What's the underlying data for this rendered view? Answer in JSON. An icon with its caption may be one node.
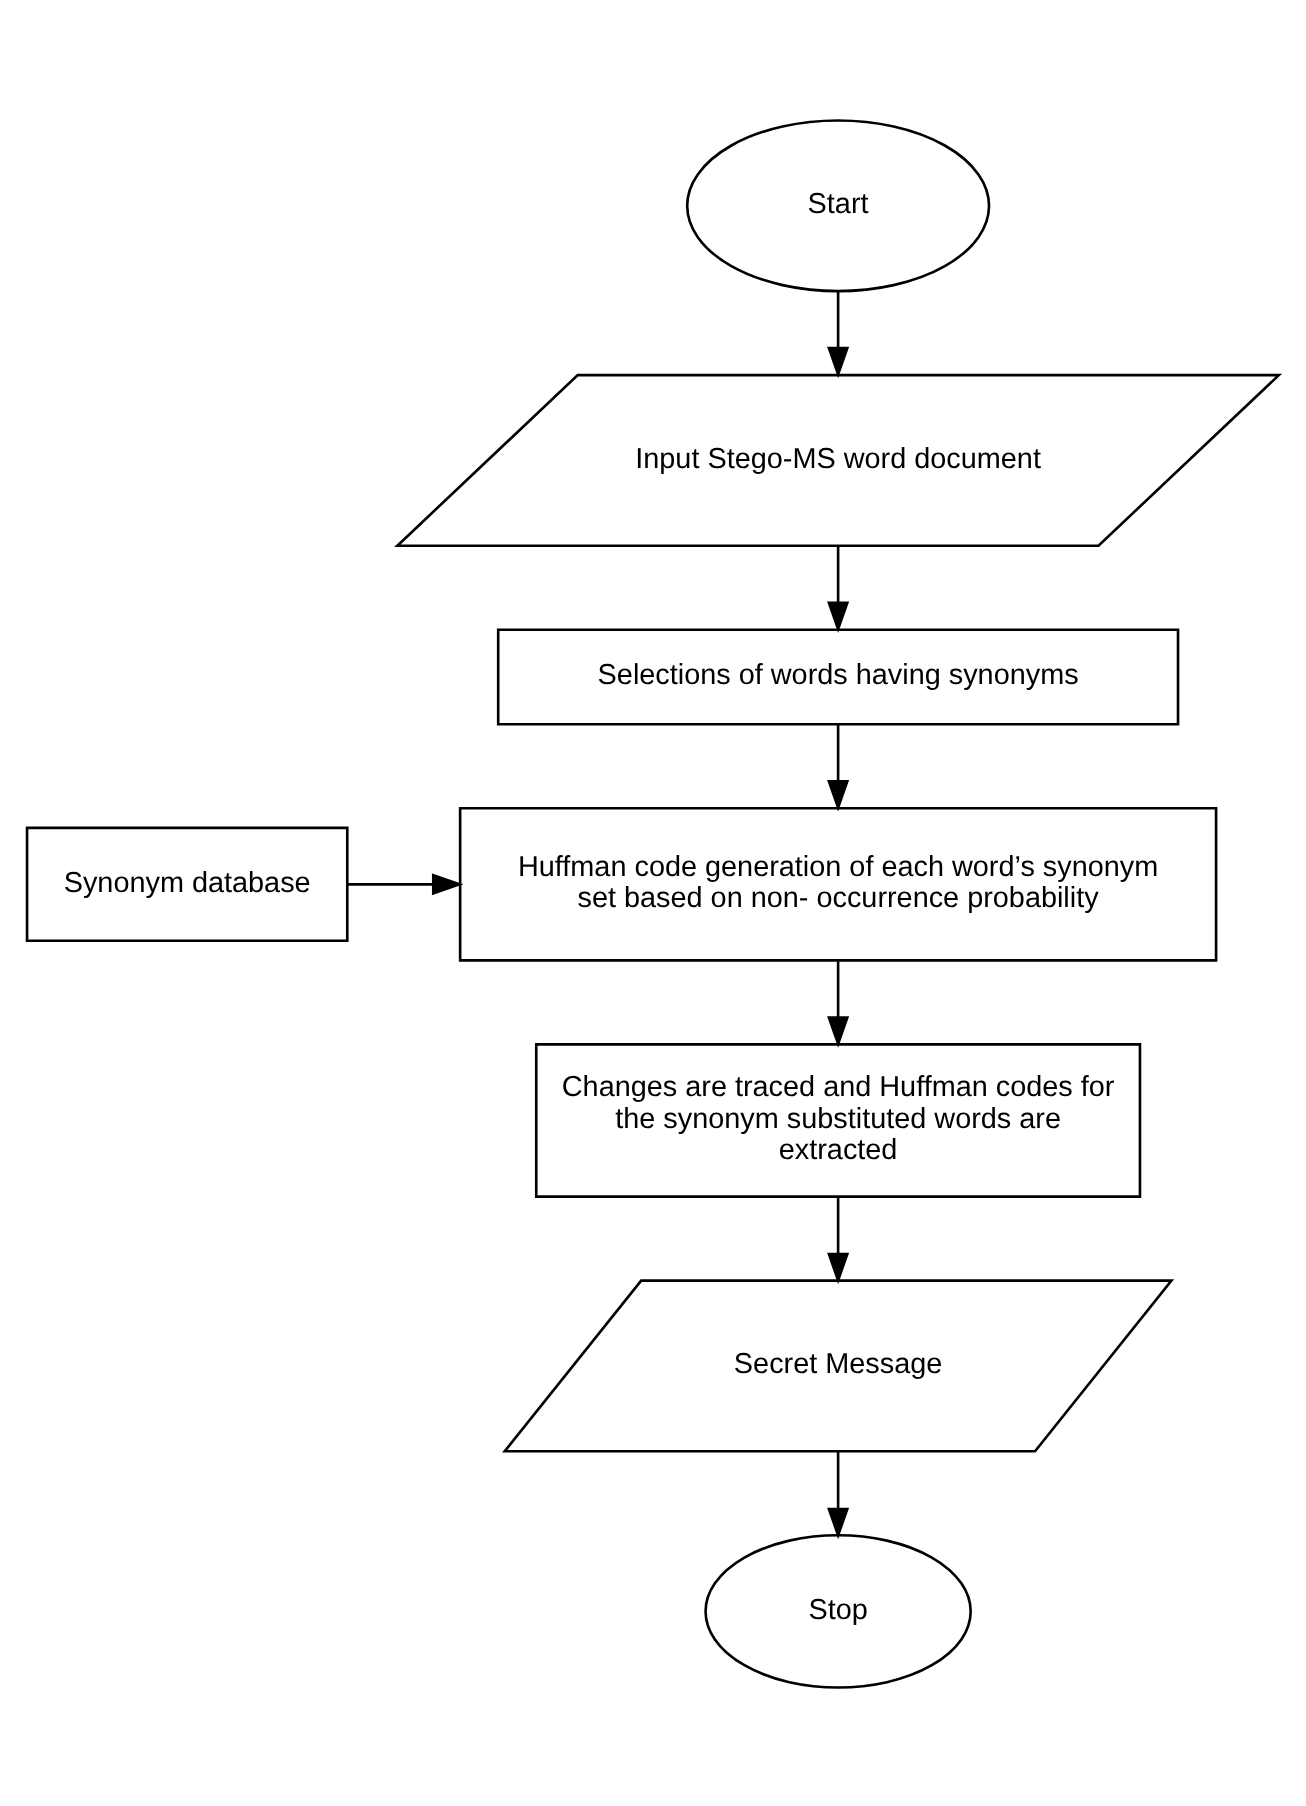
{
  "diagram": {
    "nodes": [
      {
        "text": [
          "Start"
        ]
      },
      {
        "text": [
          "Input Stego-MS word document"
        ]
      },
      {
        "text": [
          "Selections of words having synonyms"
        ]
      },
      {
        "text": [
          "Huffman code generation of each word’s synonym set based on non- occurrence probability"
        ]
      },
      {
        "text": [
          "Synonym database"
        ]
      },
      {
        "text": [
          "Changes are traced and Huffman codes for the synonym substituted words are extracted"
        ]
      },
      {
        "text": [
          "Secret Message"
        ]
      },
      {
        "text": [
          "Stop"
        ]
      }
    ],
    "edges": [
      {
        "from": 0,
        "to": 1,
        "arrow": "to"
      },
      {
        "from": 1,
        "to": 2,
        "arrow": "to"
      },
      {
        "from": 2,
        "to": 3,
        "arrow": "to"
      },
      {
        "from": 4,
        "to": 3,
        "arrow": "to"
      },
      {
        "from": 3,
        "to": 5,
        "arrow": "to"
      },
      {
        "from": 5,
        "to": 6,
        "arrow": "to"
      },
      {
        "from": 6,
        "to": 7,
        "arrow": "to"
      }
    ]
  }
}
